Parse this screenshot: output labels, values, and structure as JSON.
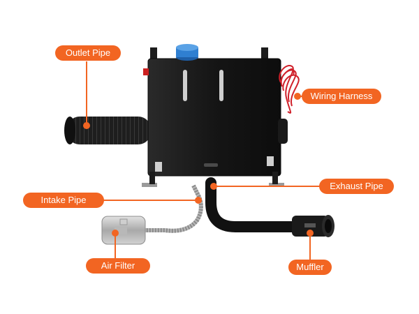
{
  "colors": {
    "accent": "#F26522",
    "heater_body": "#1a1a1a",
    "tank_cap": "#2f7fd1",
    "wires": "#d0202a",
    "intake_pipe": "#b9b9b9"
  },
  "labels": {
    "outlet_pipe": "Outlet Pipe",
    "wiring_harness": "Wiring Harness",
    "exhaust_pipe": "Exhaust Pipe",
    "intake_pipe": "Intake Pipe",
    "air_filter": "Air Filter",
    "muffler": "Muffler"
  }
}
